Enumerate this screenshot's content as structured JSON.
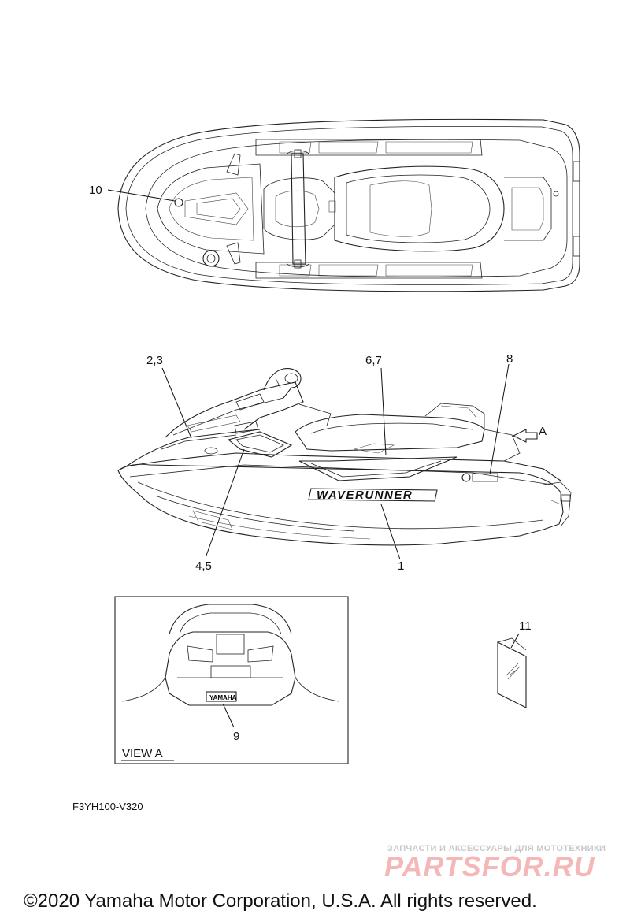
{
  "callouts": {
    "c10": "10",
    "c23": "2,3",
    "c67": "6,7",
    "c8": "8",
    "cA": "A",
    "c45": "4,5",
    "c1": "1",
    "c11": "11",
    "c9": "9"
  },
  "labels": {
    "wave_runner": "WAVERUNNER",
    "yamaha_small": "YAMAHA",
    "view_a": "VIEW A"
  },
  "diagram_code": "F3YH100-V320",
  "watermark": {
    "tagline": "ЗАПЧАСТИ И АКСЕССУАРЫ ДЛЯ МОТОТЕХНИКИ",
    "logo": "PARTSFOR.RU"
  },
  "copyright": "©2020 Yamaha Motor Corporation, U.S.A. All rights reserved."
}
